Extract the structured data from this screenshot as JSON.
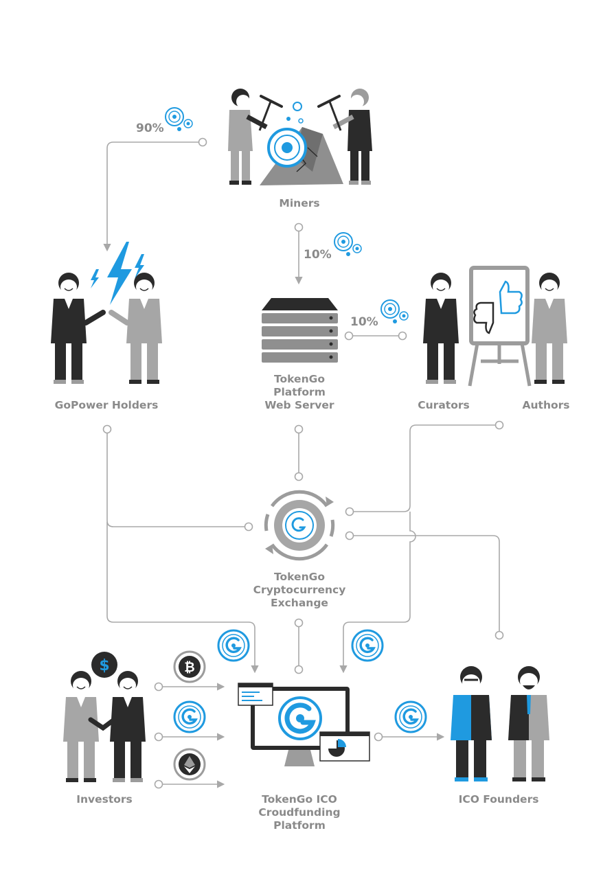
{
  "nodes": {
    "miners": "Miners",
    "gopower_holders": "GoPower Holders",
    "web_server": [
      "TokenGo",
      "Platform",
      "Web Server"
    ],
    "curators": "Curators",
    "authors": "Authors",
    "exchange": [
      "TokenGo",
      "Cryptocurrency",
      "Exchange"
    ],
    "investors": "Investors",
    "ico_platform": [
      "TokenGo ICO",
      "Croudfunding",
      "Platform"
    ],
    "ico_founders": "ICO Founders"
  },
  "flows": {
    "miners_to_gopower": "90%",
    "miners_to_server": "10%",
    "server_to_curators": "10%"
  },
  "icons": {
    "coin": "tokengo-coin-icon",
    "bitcoin": "bitcoin-icon",
    "ethereum": "ethereum-icon",
    "dollar": "dollar-icon",
    "lightning": "lightning-icon",
    "server": "server-icon",
    "exchange": "exchange-cycle-icon",
    "monitor": "monitor-icon",
    "pickaxe": "pickaxe-icon",
    "likes_board": "like-dislike-board-icon"
  },
  "colors": {
    "accent": "#1f9ae0",
    "figure_dark": "#2b2b2b",
    "figure_grey": "#9c9c9c",
    "line": "#a8a8a8",
    "text": "#8a8a8a"
  }
}
